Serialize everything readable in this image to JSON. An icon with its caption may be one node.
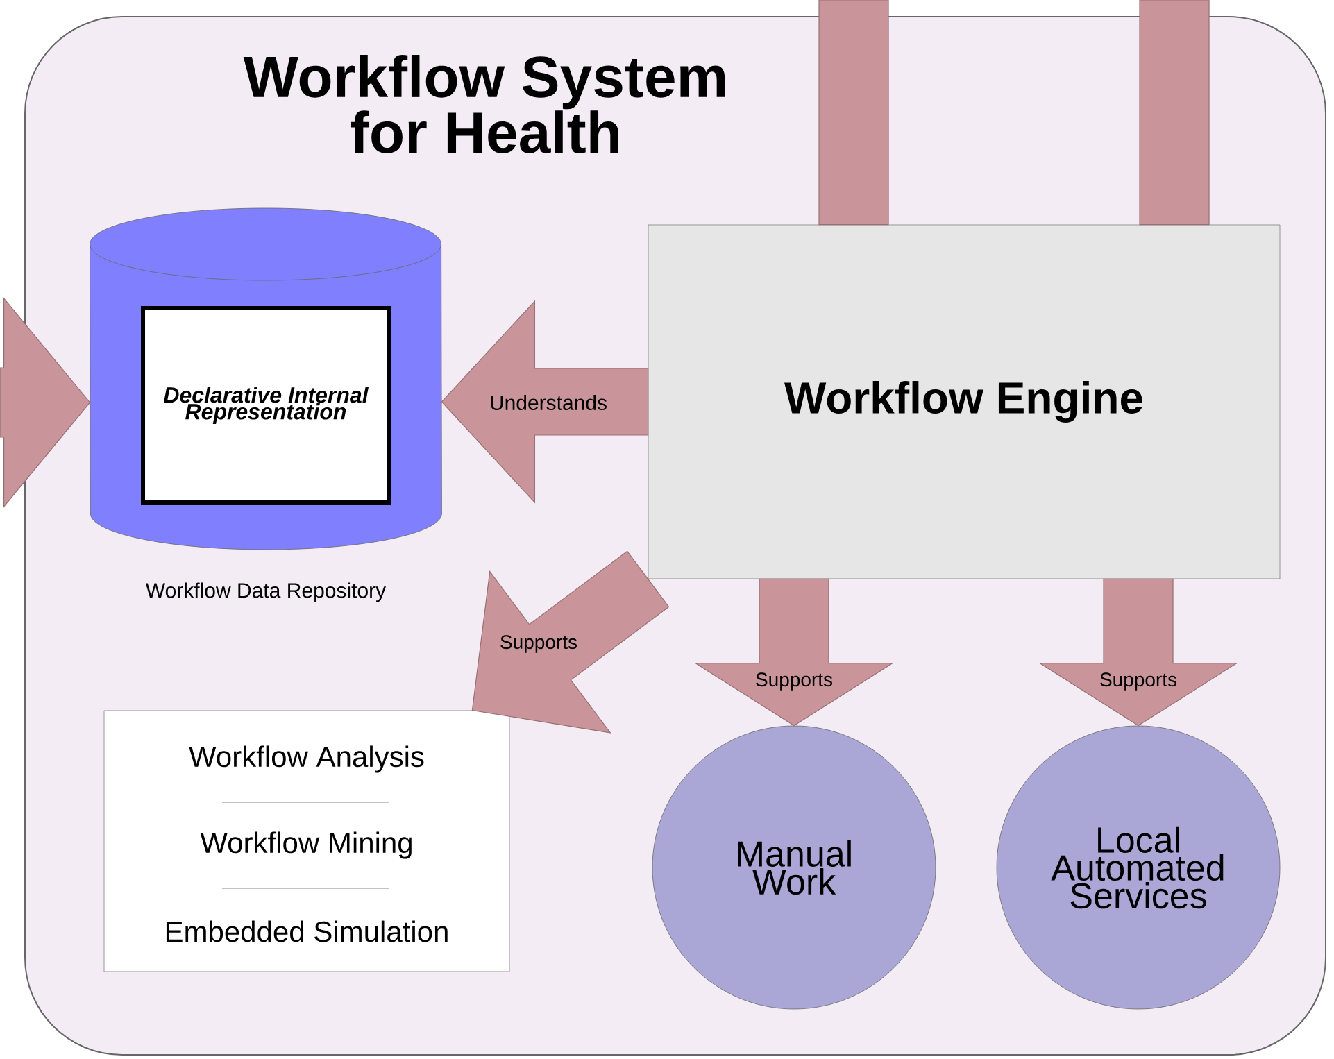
{
  "diagram": {
    "nodes": [
      {
        "text": [
          "Workflow System for Health"
        ]
      },
      {
        "text": [],
        "shape": "cylinder",
        "beside": [
          "Workflow Data Repository"
        ],
        "in": 0
      },
      {
        "text": [
          "Declarative Internal Representation"
        ],
        "in": 1
      },
      {
        "text": [
          "Workflow Engine"
        ],
        "in": 0
      },
      {
        "text": [
          "Workflow Analysis",
          "Workflow Mining",
          "Embedded Simulation"
        ],
        "in": 0
      },
      {
        "text": [
          "Manual Work"
        ],
        "in": 0
      },
      {
        "text": [
          "Local Automated Services"
        ],
        "in": 0
      }
    ],
    "edges": [
      {
        "from": 3,
        "to": 1,
        "arrow": "to",
        "label": "Understands"
      },
      {
        "from": 3,
        "to": 4,
        "arrow": "to",
        "label": "Supports"
      },
      {
        "from": 3,
        "to": 5,
        "arrow": "to",
        "label": "Supports"
      },
      {
        "from": 3,
        "to": 6,
        "arrow": "to",
        "label": "Supports"
      },
      {
        "from": null,
        "to": 1,
        "arrow": "to"
      },
      {
        "from": null,
        "to": 3,
        "arrow": "none"
      },
      {
        "from": null,
        "to": 3,
        "arrow": "none"
      }
    ]
  }
}
